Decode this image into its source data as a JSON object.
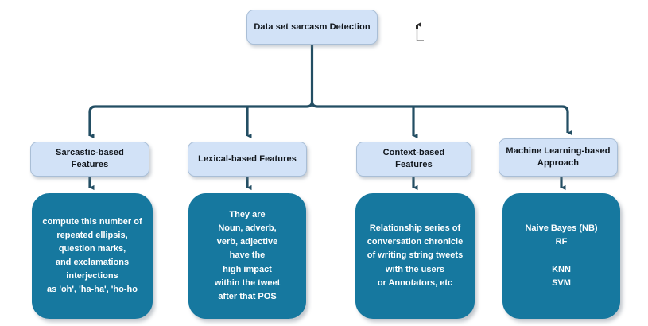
{
  "diagram": {
    "title_node": {
      "label": "Data set sarcasm Detection",
      "fill": "#d2e2f7",
      "text_color": "#11161c"
    },
    "colors": {
      "light_fill": "#d2e2f7",
      "light_border": "#a9bed6",
      "dark_fill": "#16789f",
      "connector": "#234e63",
      "background": "#ffffff",
      "dark_text": "#ffffff"
    },
    "branches": [
      {
        "category_label": "Sarcastic-based Features",
        "detail_text": "compute this number of\nrepeated ellipsis,\nquestion marks,\nand exclamations\ninterjections\nas 'oh', 'ha-ha', 'ho-ho"
      },
      {
        "category_label": "Lexical-based Features",
        "detail_text": "They are\nNoun, adverb,\nverb, adjective\nhave the\nhigh impact\nwithin the tweet\nafter that POS"
      },
      {
        "category_label": "Context-based Features",
        "detail_text": "Relationship series of\nconversation chronicle\nof writing string tweets\nwith the users\nor Annotators, etc"
      },
      {
        "category_label": "Machine Learning-based\nApproach",
        "detail_text": "Naive Bayes (NB)\nRF\n\nKNN\nSVM"
      }
    ],
    "stray_marker": {
      "name": "up-arrow-marker"
    }
  }
}
